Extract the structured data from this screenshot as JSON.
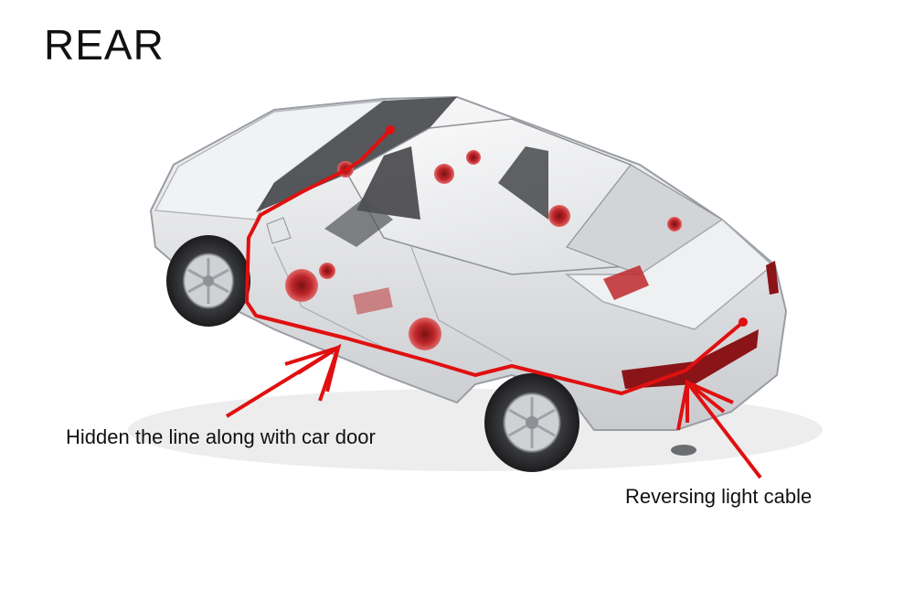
{
  "title": "REAR",
  "annotations": {
    "door_line": "Hidden the line along with car door",
    "reversing_cable": "Reversing light cable"
  },
  "colors": {
    "cable": "#e01010",
    "car_body": "#e9eaec",
    "car_outline": "#9a9da3",
    "speaker": "#c0282c",
    "text": "#111111"
  }
}
